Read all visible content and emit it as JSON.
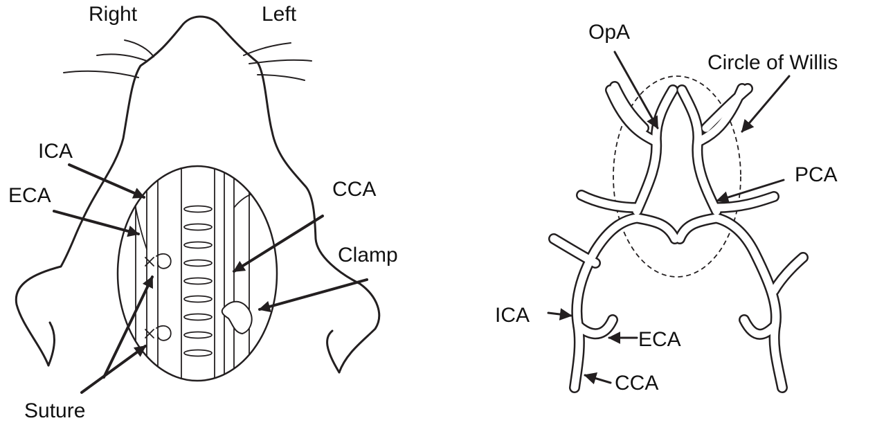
{
  "colors": {
    "line": "#231f20",
    "background": "#ffffff"
  },
  "surgical_view": {
    "labels": {
      "right": "Right",
      "left": "Left",
      "ica": "ICA",
      "eca": "ECA",
      "cca": "CCA",
      "clamp": "Clamp",
      "suture": "Suture"
    }
  },
  "vascular_diagram": {
    "labels": {
      "opa": "OpA",
      "circle_of_willis": "Circle of Willis",
      "pca": "PCA",
      "ica": "ICA",
      "eca": "ECA",
      "cca": "CCA"
    }
  }
}
